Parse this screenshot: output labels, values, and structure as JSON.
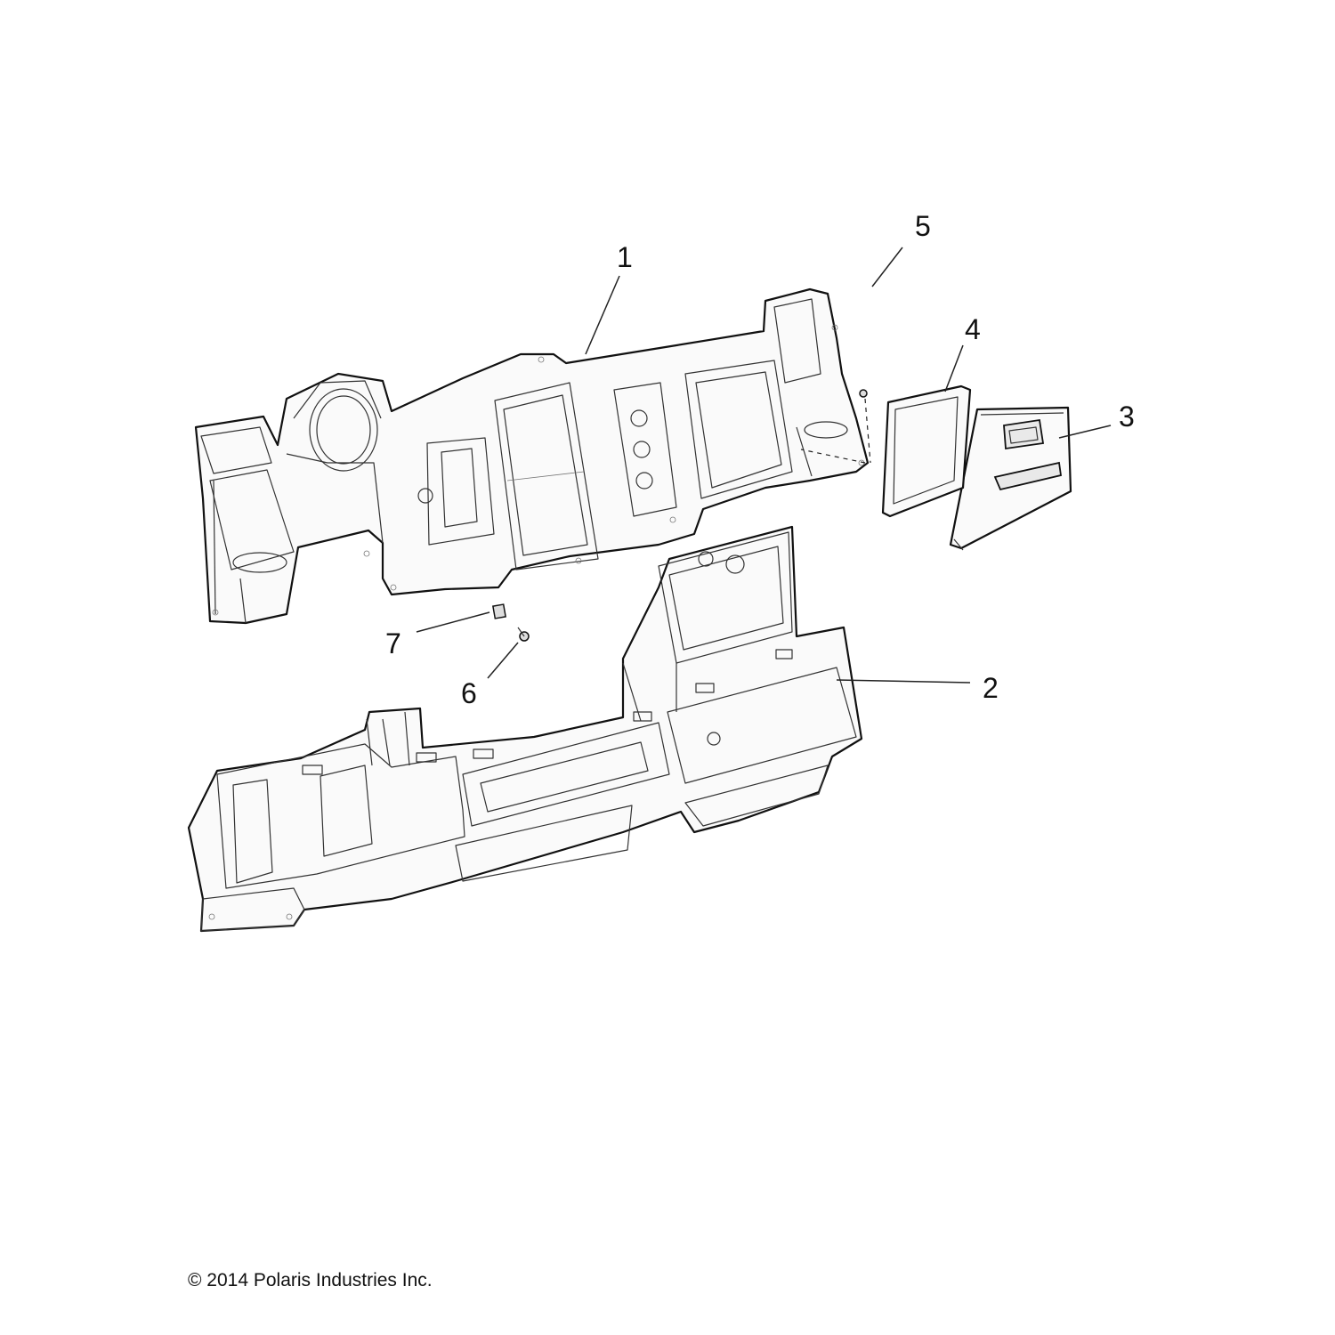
{
  "callouts": [
    {
      "id": "1",
      "label": "1"
    },
    {
      "id": "2",
      "label": "2"
    },
    {
      "id": "3",
      "label": "3"
    },
    {
      "id": "4",
      "label": "4"
    },
    {
      "id": "5",
      "label": "5"
    },
    {
      "id": "6",
      "label": "6"
    },
    {
      "id": "7",
      "label": "7"
    }
  ],
  "footer": {
    "copyright": "© 2014 Polaris Industries Inc."
  }
}
